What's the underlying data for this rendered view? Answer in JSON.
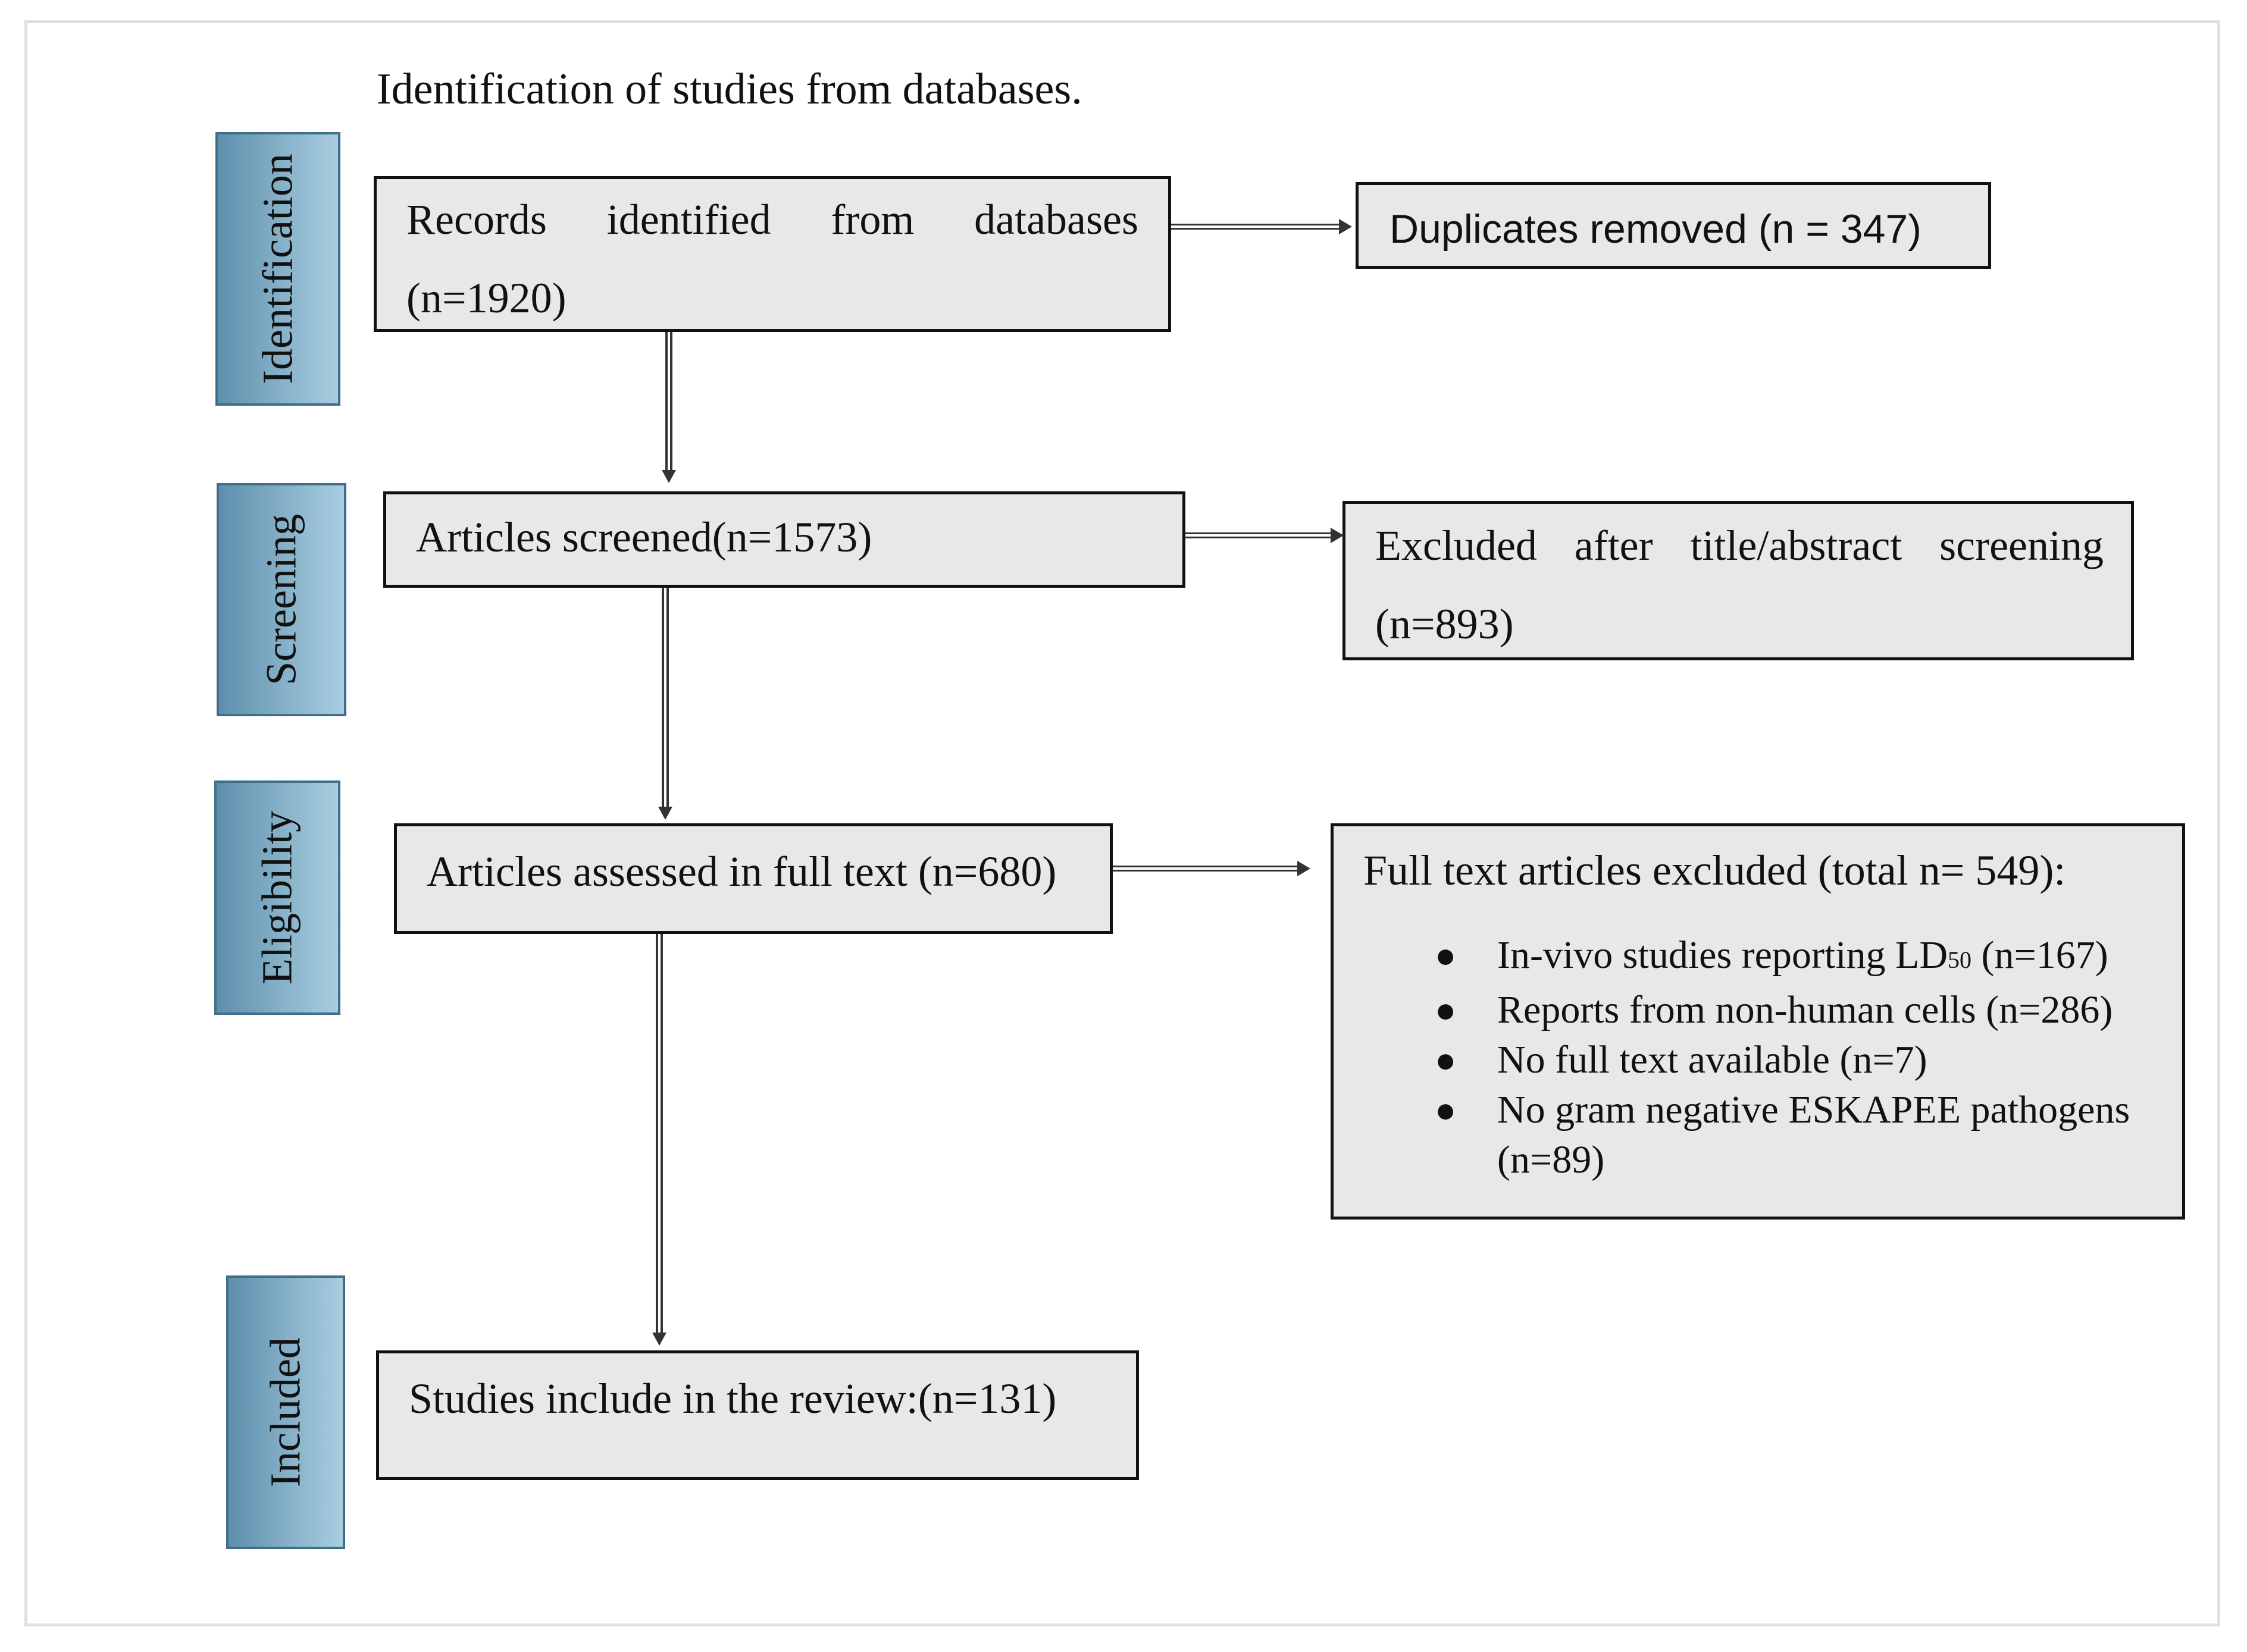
{
  "heading": "Identification of studies from databases.",
  "stages": {
    "identification": "Identification",
    "screening": "Screening",
    "eligibility": "Eligibility",
    "included": "Included"
  },
  "boxes": {
    "records_identified": {
      "line1_words": [
        "Records",
        "identified",
        "from",
        "databases"
      ],
      "line2": "(n=1920)"
    },
    "duplicates_removed": "Duplicates removed (n = 347)",
    "articles_screened": "Articles screened(n=1573)",
    "excluded_title_abstract": {
      "line1_words": [
        "Excluded",
        "after",
        "title/abstract",
        "screening"
      ],
      "line2": "(n=893)"
    },
    "articles_full_text": "Articles assessed in full text (n=680)",
    "full_text_excluded": {
      "title": "Full text articles excluded (total n= 549):",
      "items": [
        {
          "text_before_sub": "In-vivo studies reporting LD",
          "sub": "50",
          "text_after_sub": " (n=167)"
        },
        {
          "text": "Reports from non-human cells (n=286)"
        },
        {
          "text": "No full text available (n=7)"
        },
        {
          "text": "No gram negative ESKAPEE pathogens",
          "continuation": "(n=89)"
        }
      ],
      "bullet": "●"
    },
    "studies_included": "Studies include in the review:(n=131)"
  },
  "colors": {
    "stage_fill": "#87b2c9",
    "stage_border": "#3f6f8a",
    "box_fill": "#e8e8e8",
    "box_border": "#111111",
    "arrow": "#333333"
  }
}
